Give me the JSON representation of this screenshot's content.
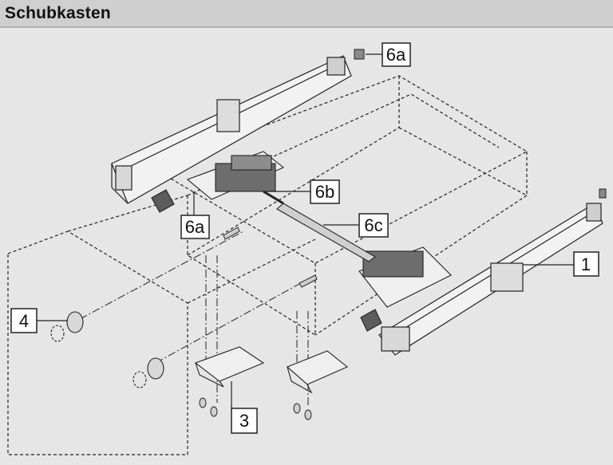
{
  "header": {
    "title": "Schubkasten"
  },
  "callouts": {
    "c1": "1",
    "c3": "3",
    "c4": "4",
    "c6a_top": "6a",
    "c6a_left": "6a",
    "c6b": "6b",
    "c6c": "6c"
  }
}
